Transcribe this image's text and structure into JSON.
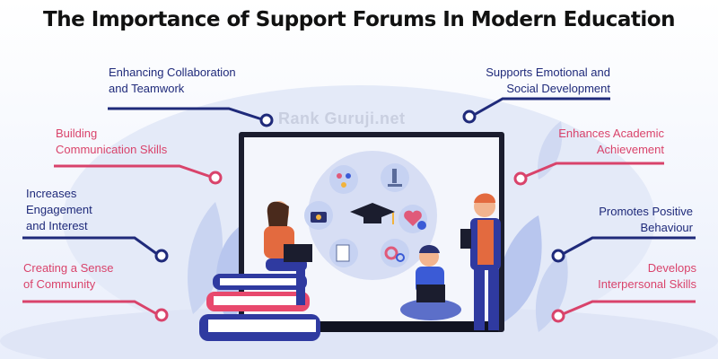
{
  "title": "The Importance of Support Forums In Modern Education",
  "watermark": "Rank Guruji.net",
  "colors": {
    "navy": "#1f2a7a",
    "pink": "#d9436b",
    "title": "#111111",
    "backdrop": "#dfe6f8"
  },
  "left_items": [
    {
      "text": "Enhancing Collaboration\nand Teamwork",
      "color": "navy"
    },
    {
      "text": "Building\nCommunication Skills",
      "color": "pink"
    },
    {
      "text": "Increases\nEngagement\nand Interest",
      "color": "navy"
    },
    {
      "text": "Creating a Sense\nof Community",
      "color": "pink"
    }
  ],
  "right_items": [
    {
      "text": "Supports Emotional and\nSocial Development",
      "color": "navy"
    },
    {
      "text": "Enhances Academic\nAchievement",
      "color": "pink"
    },
    {
      "text": "Promotes Positive\nBehaviour",
      "color": "navy"
    },
    {
      "text": "Develops\nInterpersonal Skills",
      "color": "pink"
    }
  ],
  "center_icons": [
    "palette-icon",
    "microscope-icon",
    "money-bag-icon",
    "graduation-cap-icon",
    "heart-health-icon",
    "document-icon",
    "gears-icon"
  ]
}
